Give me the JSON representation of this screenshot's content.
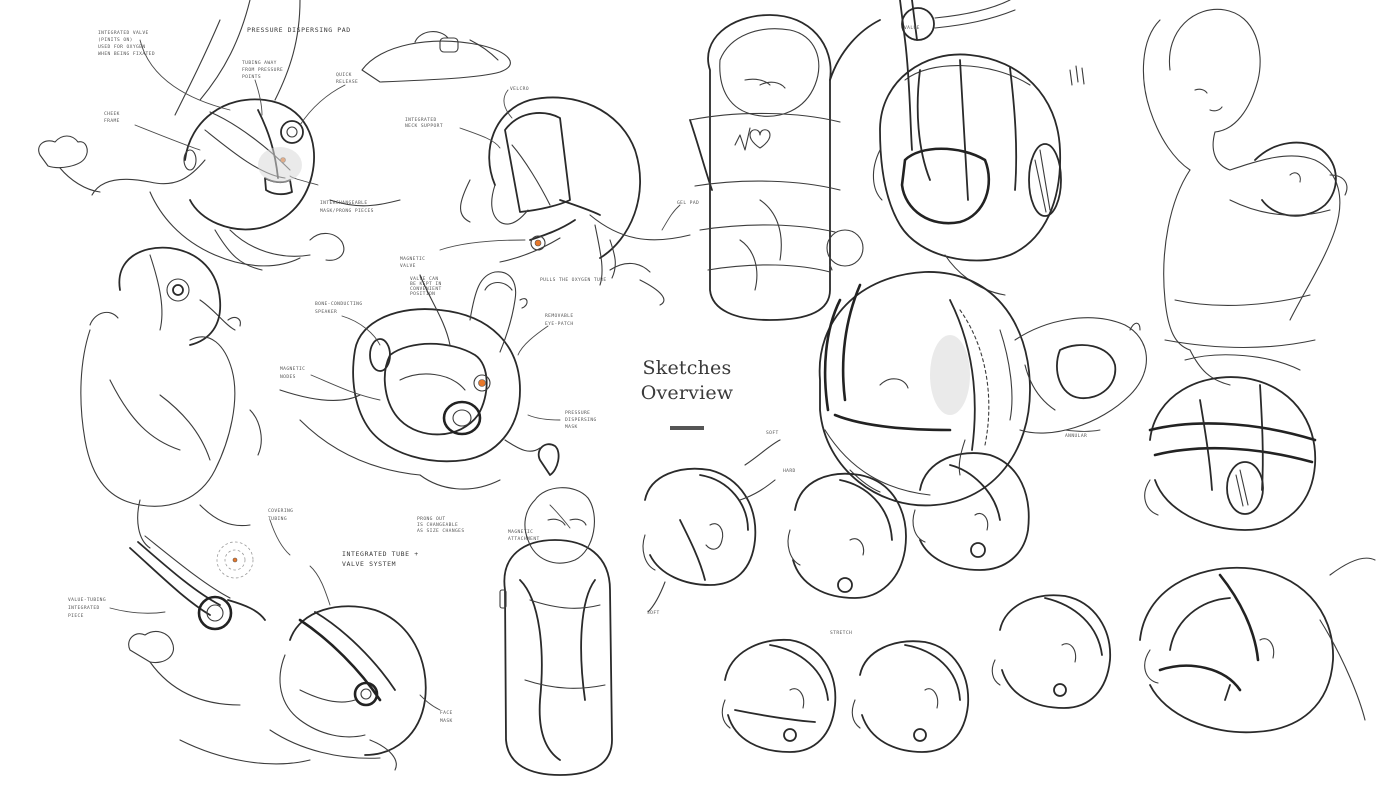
{
  "title": {
    "line1": "Sketches",
    "line2": "Overview"
  },
  "annotations": {
    "integrated_valve": [
      "Integrated valve",
      "(Pinits on)",
      "used for oxygen",
      "when being fixated"
    ],
    "pressure_pad": "Pressure dispersing pad",
    "tubing_away": [
      "Tubing away",
      "from pressure",
      "points"
    ],
    "quick_release": [
      "Quick",
      "release"
    ],
    "cheek_frame": [
      "Cheek",
      "frame"
    ],
    "interchangeable": [
      "Interchangeable",
      "mask/prong pieces"
    ],
    "velcro": "Velcro",
    "integrated_neck": [
      "Integrated",
      "neck support"
    ],
    "gel_pad": "Gel pad",
    "magnetic_valve": [
      "Magnetic",
      "valve"
    ],
    "valve_note": [
      "Valve can",
      "be kept in",
      "convenient",
      "position"
    ],
    "pulls_tube": "Pulls the oxygen tube",
    "bone_speaker": [
      "Bone-conducting",
      "speaker"
    ],
    "removable_eye": [
      "Removable",
      "eye-patch"
    ],
    "magnetic_nodes": [
      "Magnetic",
      "nodes"
    ],
    "pressure_mask": [
      "Pressure",
      "dispersing",
      "mask"
    ],
    "covering_tubing": [
      "Covering",
      "tubing"
    ],
    "integrated_tube": [
      "Integrated tube +",
      "valve system"
    ],
    "prong_note": [
      "Prong out",
      "is changeable",
      "as size changes"
    ],
    "magnetic_attachment": [
      "Magnetic",
      "attachment"
    ],
    "valve_tubing": [
      "Value-tubing",
      "integrated",
      "piece"
    ],
    "face_mask": [
      "Face",
      "mask"
    ],
    "valve_top": "Value",
    "soft_1": "Soft",
    "hard": "Hard",
    "soft_2": "Soft",
    "stretch": "Stretch",
    "annular": "Annular"
  },
  "colors": {
    "accent_orange": "#e8782a",
    "ink": "#3c3c3c",
    "background": "#ffffff"
  }
}
